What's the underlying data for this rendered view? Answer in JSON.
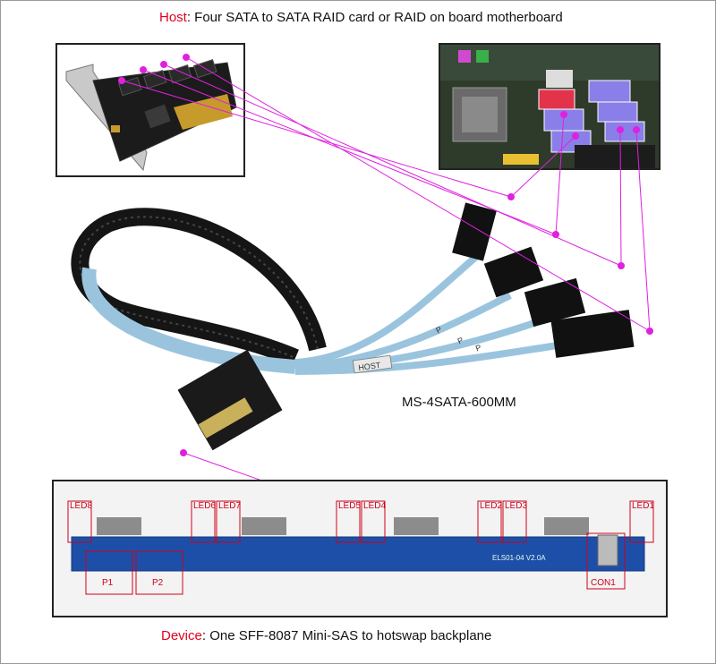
{
  "host": {
    "prefix": "Host",
    "text": ": Four SATA to SATA RAID card or RAID on board motherboard"
  },
  "device": {
    "prefix": "Device",
    "text": ": One SFF-8087 Mini-SAS to hotswap backplane"
  },
  "model": "MS-4SATA-600MM",
  "cable_labels": {
    "host_tag": "HOST",
    "port_tags": [
      "P",
      "P",
      "P"
    ]
  },
  "backplane": {
    "board_text": "ELS01-04 V2.0A",
    "leds": [
      "LED8",
      "LED6",
      "LED7",
      "LED5",
      "LED4",
      "LED2",
      "LED3",
      "LED1"
    ],
    "power": [
      "P1",
      "P2"
    ],
    "connector": "CON1"
  },
  "colors": {
    "accent": "#e0001b",
    "pointer": "#e020e0",
    "label_box": "#d0001a",
    "pcb_blue": "#1d4fa8",
    "sata_blue": "#8a7fe8",
    "sata_red": "#e2334a"
  }
}
